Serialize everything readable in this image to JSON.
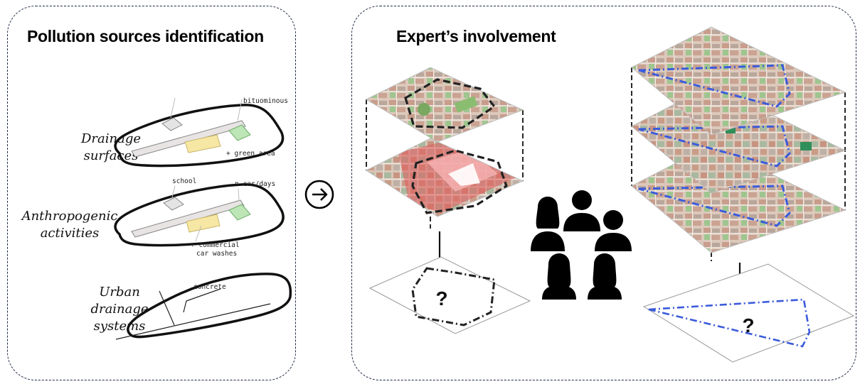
{
  "left_panel": {
    "title": "Pollution sources identification",
    "rows": [
      {
        "label_lines": [
          "Drainage",
          "surfaces"
        ],
        "annotations": [
          "bituominous",
          "+ green area"
        ]
      },
      {
        "label_lines": [
          "Anthropogenic",
          "activities"
        ],
        "annotations": [
          "school",
          "n car/days",
          "+ commercial",
          "car washes"
        ]
      },
      {
        "label_lines": [
          "Urban",
          "drainage",
          "systems"
        ],
        "annotations": [
          "concrete"
        ]
      }
    ]
  },
  "right_panel": {
    "title": "Expert’s involvement",
    "unknown_marks": [
      "?",
      "?"
    ]
  },
  "icons": {
    "flow": "circled-right-arrow-icon",
    "experts": "people-group-icon"
  },
  "colors": {
    "panel_border": "#1f2a44",
    "pollution_red": "#e05a5a",
    "catchment_blue": "#3b5bdb",
    "map_base": "#d9c4b4",
    "green_area": "#6fbf73",
    "bitumen_bar": "#e8e4e4",
    "commercial_yellow": "#f6e7a4"
  }
}
